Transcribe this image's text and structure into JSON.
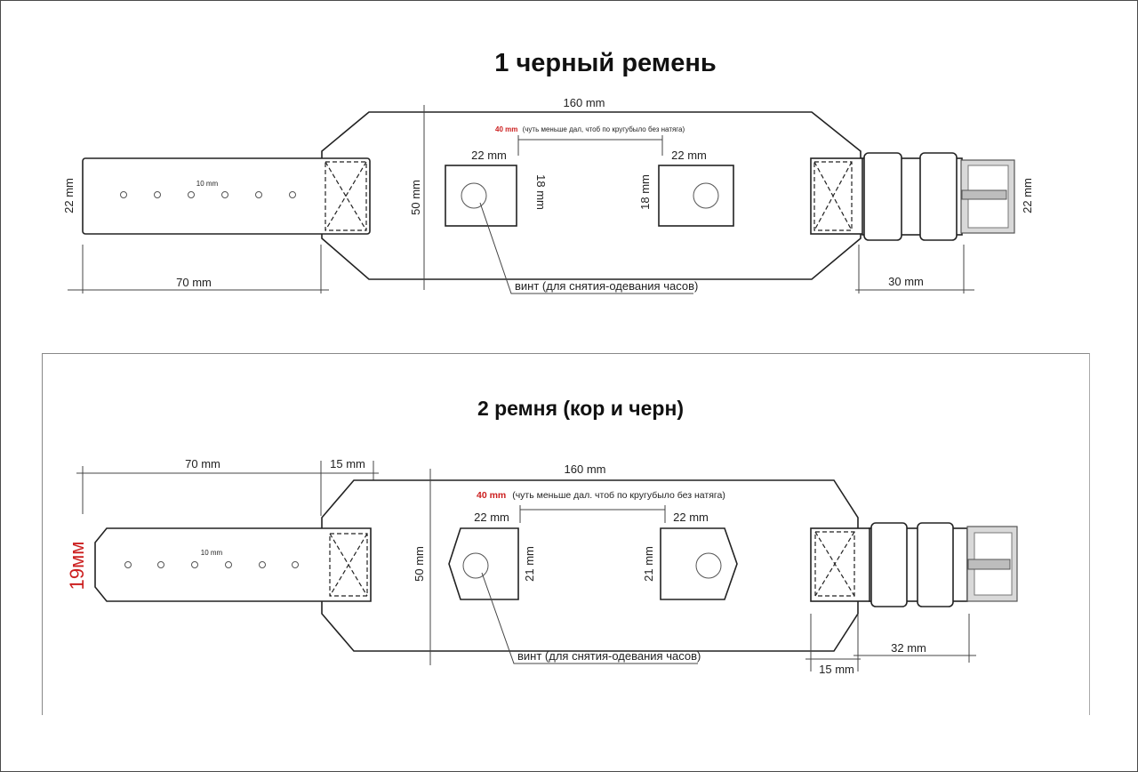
{
  "diagram1": {
    "title": "1 черный ремень",
    "dim_160": "160 mm",
    "red_40": "40 mm",
    "note_40": "(чуть меньше дал, чтоб по кругубыло без натяга)",
    "lug_left_w": "22 mm",
    "lug_right_w": "22 mm",
    "lug_left_h": "18 mm",
    "lug_right_h": "18 mm",
    "height_50": "50 mm",
    "strap_left_h": "22 mm",
    "strap_right_h": "22 mm",
    "hole_spacing": "10 mm",
    "len_70": "70 mm",
    "len_30": "30 mm",
    "screw_label": "винт (для снятия-одевания часов)"
  },
  "diagram2": {
    "title": "2 ремня (кор и черн)",
    "len_70": "70 mm",
    "len_15_top": "15 mm",
    "dim_160": "160 mm",
    "red_40": "40 mm",
    "note_40": "(чуть меньше дал. чтоб по кругубыло без натяга)",
    "lug_left_w": "22 mm",
    "lug_right_w": "22 mm",
    "lug_left_h": "21 mm",
    "lug_right_h": "21 mm",
    "height_50": "50 mm",
    "strap_h_red": "19мм",
    "hole_spacing": "10 mm",
    "len_32": "32 mm",
    "len_15_bottom": "15 mm",
    "screw_label": "винт (для снятия-одевания часов)"
  },
  "colors": {
    "line": "#222222",
    "accent_red": "#cc1f1f",
    "buckle_fill": "#d9d9d9"
  }
}
